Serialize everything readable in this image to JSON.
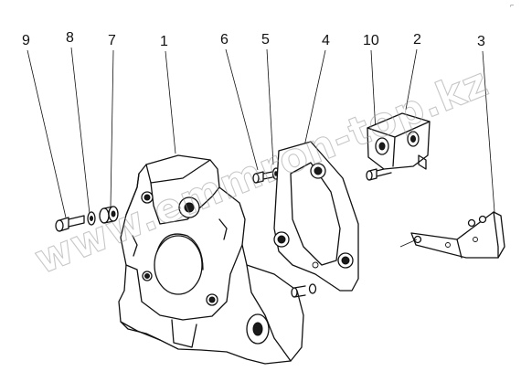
{
  "callouts": [
    {
      "id": "9",
      "label": "9"
    },
    {
      "id": "8",
      "label": "8"
    },
    {
      "id": "7",
      "label": "7"
    },
    {
      "id": "1",
      "label": "1"
    },
    {
      "id": "6",
      "label": "6"
    },
    {
      "id": "5",
      "label": "5"
    },
    {
      "id": "4",
      "label": "4"
    },
    {
      "id": "10",
      "label": "10"
    },
    {
      "id": "2",
      "label": "2"
    },
    {
      "id": "3",
      "label": "3"
    }
  ],
  "watermark": {
    "text": "www.emmron-top.kz"
  },
  "corner_mark": "⌐"
}
